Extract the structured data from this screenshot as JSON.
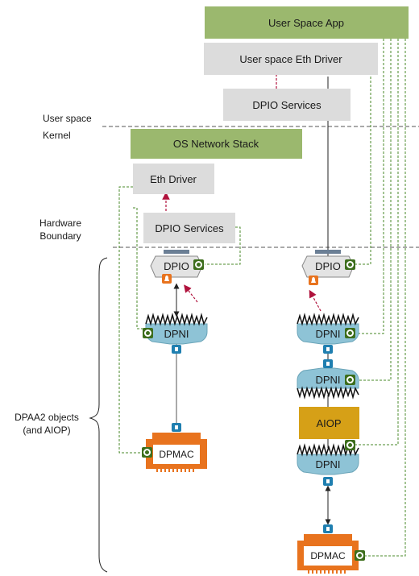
{
  "boxes": {
    "user_space_app": "User Space App",
    "user_eth_driver": "User space Eth Driver",
    "dpio_services_user": "DPIO Services",
    "os_network_stack": "OS Network Stack",
    "eth_driver": "Eth Driver",
    "dpio_services_kernel": "DPIO Services",
    "aiop": "AIOP"
  },
  "layers": {
    "user_space": "User space",
    "kernel": "Kernel",
    "hardware_line1": "Hardware",
    "hardware_line2": "Boundary"
  },
  "objects_label": {
    "line1": "DPAA2 objects",
    "line2": "(and AIOP)"
  },
  "objects": {
    "dpio_left": "DPIO",
    "dpni_left": "DPNI",
    "dpmac_left": "DPMAC",
    "dpio_right": "DPIO",
    "dpni_right_1": "DPNI",
    "dpni_right_2": "DPNI",
    "dpni_right_3": "DPNI",
    "dpmac_right": "DPMAC"
  },
  "colors": {
    "green_box": "#9bb86e",
    "gray_box": "#dcdcdc",
    "dpni_blue": "#8ec3d6",
    "dpmac_orange": "#e8731e",
    "aiop_gold": "#d6a017",
    "gear_green": "#3d6e1c",
    "dash_green": "#4a8a2a",
    "arrow_red": "#b0123c"
  }
}
